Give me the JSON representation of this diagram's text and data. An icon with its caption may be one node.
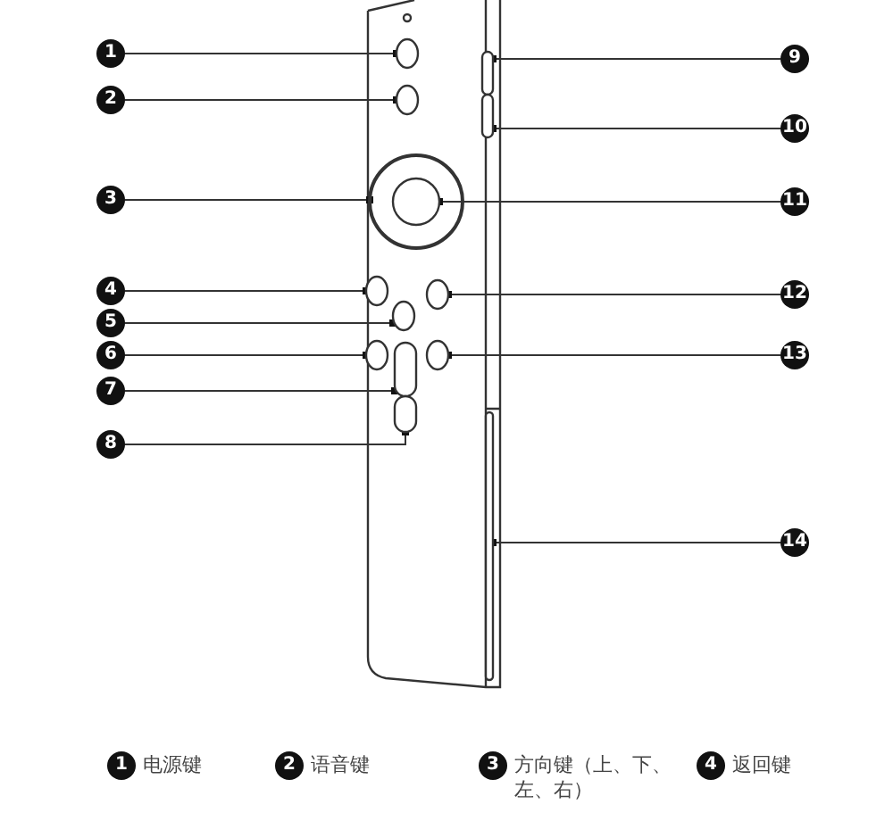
{
  "diagram": {
    "nodes": [
      {
        "text": [
          "1"
        ]
      },
      {
        "text": [
          "2"
        ]
      },
      {
        "text": [
          "3"
        ]
      },
      {
        "text": [
          "4"
        ]
      },
      {
        "text": [
          "5"
        ]
      },
      {
        "text": [
          "6"
        ]
      },
      {
        "text": [
          "7"
        ]
      },
      {
        "text": [
          "8"
        ]
      },
      {
        "text": [
          "9"
        ]
      },
      {
        "text": [
          "10"
        ]
      },
      {
        "text": [
          "11"
        ]
      },
      {
        "text": [
          "12"
        ]
      },
      {
        "text": [
          "13"
        ]
      },
      {
        "text": [
          "14"
        ]
      },
      {
        "text": [],
        "shape": "circle"
      },
      {
        "text": [],
        "shape": "circle"
      },
      {
        "text": [],
        "shape": "circle"
      },
      {
        "text": [],
        "shape": "circle"
      },
      {
        "text": [],
        "shape": "circle"
      },
      {
        "text": [],
        "shape": "circle"
      },
      {
        "text": [],
        "shape": "bar"
      },
      {
        "text": [],
        "shape": "bar"
      },
      {
        "text": [],
        "shape": "bar"
      },
      {
        "text": [],
        "shape": "bar"
      },
      {
        "text": [],
        "shape": "circle",
        "in": 16
      },
      {
        "text": [],
        "shape": "circle"
      },
      {
        "text": [],
        "shape": "circle"
      },
      {
        "text": [],
        "shape": "bar"
      },
      {
        "text": [
          "1"
        ],
        "beside": [
          "电源键"
        ]
      },
      {
        "text": [
          "2"
        ],
        "beside": [
          "语音键"
        ]
      },
      {
        "text": [
          "3"
        ],
        "beside": [
          "方向键（上、下、左、右）"
        ]
      },
      {
        "text": [
          "4"
        ],
        "beside": [
          "返回键"
        ]
      }
    ],
    "edges": [
      {
        "from": 0,
        "to": 14,
        "arrow": "other"
      },
      {
        "from": 1,
        "to": 15,
        "arrow": "other"
      },
      {
        "from": 2,
        "to": 16,
        "arrow": "other"
      },
      {
        "from": 3,
        "to": 17,
        "arrow": "other"
      },
      {
        "from": 4,
        "to": 18,
        "arrow": "other"
      },
      {
        "from": 5,
        "to": 19,
        "arrow": "other"
      },
      {
        "from": 6,
        "to": 20,
        "arrow": "other"
      },
      {
        "from": 7,
        "to": 21,
        "arrow": "other"
      },
      {
        "from": 8,
        "to": 22,
        "arrow": "other"
      },
      {
        "from": 9,
        "to": 23,
        "arrow": "other"
      },
      {
        "from": 10,
        "to": 24,
        "arrow": "other"
      },
      {
        "from": 11,
        "to": 25,
        "arrow": "other"
      },
      {
        "from": 12,
        "to": 26,
        "arrow": "other"
      },
      {
        "from": 13,
        "to": 27,
        "arrow": "other"
      }
    ]
  }
}
